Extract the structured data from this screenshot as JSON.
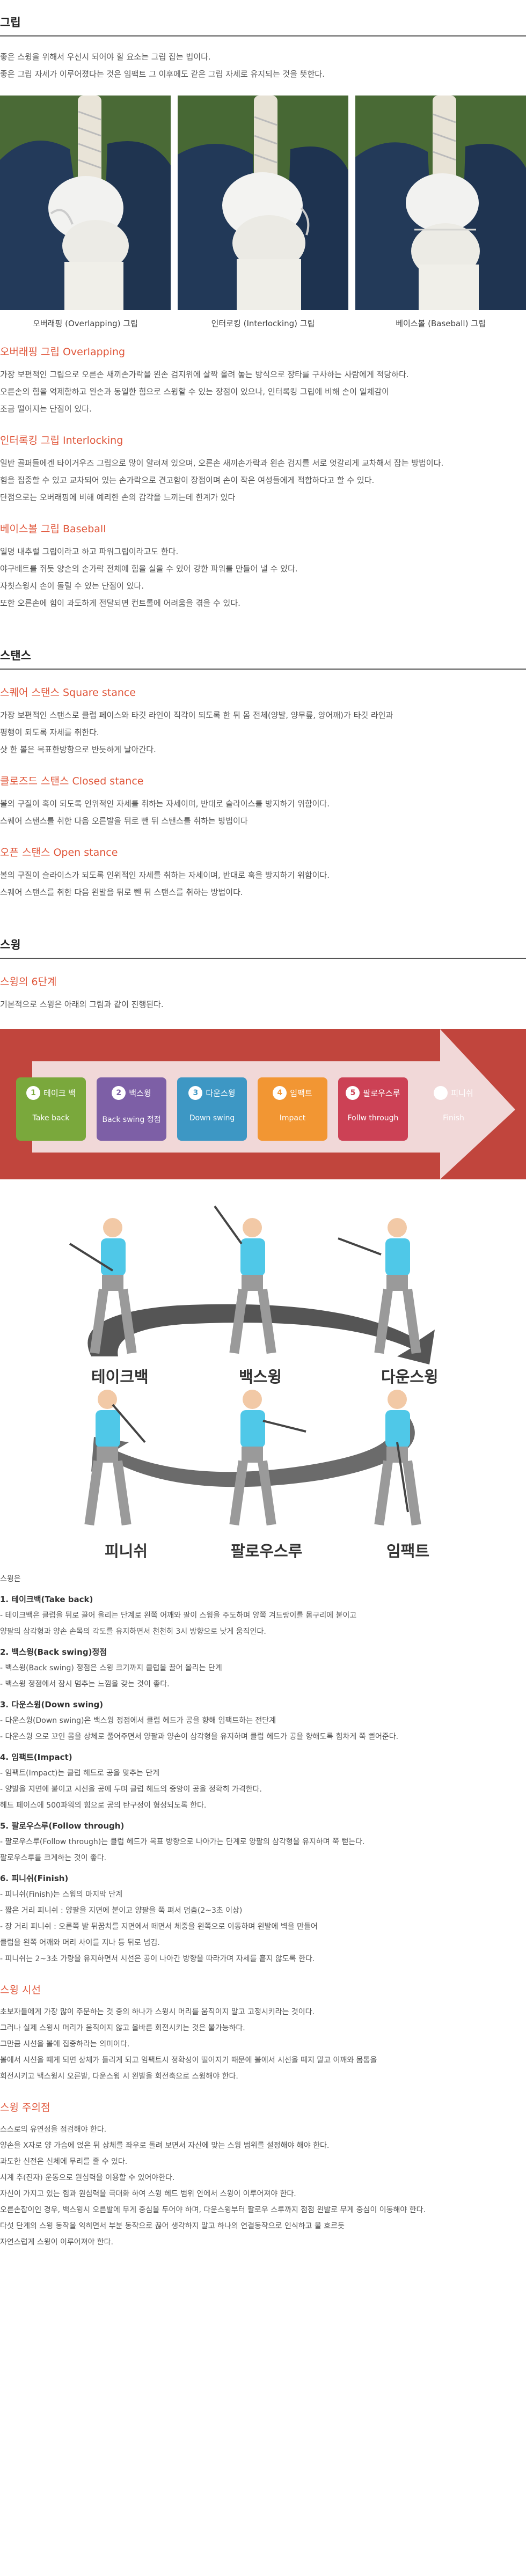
{
  "grip": {
    "title": "그립",
    "intro": [
      "좋은 스윙을 위해서 우선시 되어야 할 요소는 그립 잡는 법이다.",
      "좋은 그립 자세가 이루어졌다는 것은 임팩트 그 이후에도 같은 그립 자세로 유지되는 것을 뜻한다."
    ],
    "photos": [
      {
        "caption": "오버래핑 (Overlapping) 그립"
      },
      {
        "caption": "인터로킹 (Interlocking) 그립"
      },
      {
        "caption": "베이스볼 (Baseball) 그립"
      }
    ],
    "types": [
      {
        "title": "오버래핑 그립 Overlapping",
        "lines": [
          "가장 보편적인 그립으로 오른손 새끼손가락을 왼손 검지위에 살짝 올려 놓는 방식으로 장타를 구사하는 사람에게 적당하다.",
          "오른손의 힘을 억제함하고 왼손과 동일한 힘으로 스윙할 수 있는 장점이 있으나, 인터록킹 그립에 비해 손이 일체감이",
          "조금 떨어지는 단점이 있다."
        ]
      },
      {
        "title": "인터록킹 그립 Interlocking",
        "lines": [
          "일반 골퍼들에겐 타이거우즈 그립으로 많이 알려져 있으며, 오른손 새끼손가락과 왼손 검지를 서로 엇갈리게 교차해서 잡는 방법이다.",
          "힘을 집중할 수 있고 교차되어 있는 손가락으로 견고함이 장점이며 손이 작은 여성들에게 적합하다고 할 수 있다.",
          "단점으로는 오버래핑에 비해 예리한 손의 감각을 느끼는데 한계가 있다"
        ]
      },
      {
        "title": "베이스볼 그립 Baseball",
        "lines": [
          "일명 내추럴 그립이라고 하고 파워그립이라고도 한다.",
          "야구배트를 쥐듯 양손의 손가락 전체에 힘을 실을 수 있어 강한 파워를 만들어 낼 수 있다.",
          "자칫스윙시 손이 돌릴 수 있는 단점이 있다.",
          "또한 오른손에 힘이 과도하게 전달되면 컨트롤에 어려움을 겪을 수 있다."
        ]
      }
    ]
  },
  "stance": {
    "title": "스탠스",
    "types": [
      {
        "title": "스퀘어 스탠스 Square stance",
        "lines": [
          "가장 보편적인 스탠스로 클럽 페이스와 타깃 라인이 직각이 되도록 한 뒤 몸 전체(양발, 양무릎, 양어깨)가 타깃 라인과",
          "평행이 되도록 자세를 취한다.",
          "샷 한 볼은 목표한방향으로 반듯하게 날아간다."
        ]
      },
      {
        "title": "클로즈드 스탠스 Closed stance",
        "lines": [
          "볼의 구질이 혹이 되도록 인위적인 자세를 취하는 자세이며, 반대로 슬라이스를 방지하기 위함이다.",
          "스퀘어 스탠스를 취한 다음 오른발을 뒤로 뺀 뒤 스탠스를 취하는 방법이다"
        ]
      },
      {
        "title": "오픈 스탠스 Open stance",
        "lines": [
          "볼의 구질이 슬라이스가 되도록 인위적인 자세를 취하는 자세이며, 반대로 훅을 방지하기 위함이다.",
          "스퀘어 스탠스를 취한 다음 왼발을 뒤로 뺀 뒤 스탠스를 취하는 방법이다."
        ]
      }
    ]
  },
  "swing": {
    "title": "스윙",
    "six_steps_title": "스윙의 6단계",
    "six_steps_intro": "기본적으로 스윙은 아래의 그림과 같이 진행된다.",
    "steps": [
      {
        "num": "1",
        "kr": "테이크 백",
        "en": "Take back",
        "color": "#c1453d"
      },
      {
        "num": "2",
        "kr": "백스윙",
        "en": "Back swing 정점",
        "color": "#7aa83c"
      },
      {
        "num": "3",
        "kr": "다운스윙",
        "en": "Down swing",
        "color": "#7d5fa6"
      },
      {
        "num": "4",
        "kr": "임팩트",
        "en": "Impact",
        "color": "#3d97c4"
      },
      {
        "num": "5",
        "kr": "팔로우스루",
        "en": "Follw through",
        "color": "#f29633"
      },
      {
        "num": "6",
        "kr": "피니쉬",
        "en": "Finish",
        "color": "#cc4155"
      }
    ],
    "pose_labels": [
      "테이크백",
      "백스윙",
      "다운스윙",
      "피니쉬",
      "팔로우스루",
      "임팩트"
    ],
    "desc_intro": "스윙은",
    "descriptions": [
      {
        "head": "1. 테이크백(Take back)",
        "lines": [
          "- 테이크백은 클럽을 뒤로 끌어 올리는 단계로 왼쪽 어깨와 팔이 스윙을 주도하며 양쪽 겨드랑이를 몸구리에 붙이고",
          "  양팔의 삼각형과 양손 손목의 각도를 유지하면서 천천히 3시 방향으로 낮게 움직인다."
        ]
      },
      {
        "head": "2. 백스윙(Back swing)정점",
        "lines": [
          "- 백스윙(Back swing) 정점은 스윙 크기까지 클럽을 끌어 올리는 단계",
          "- 백스윙 정점에서 잠시 멈추는 느낌을 갖는 것이 좋다."
        ]
      },
      {
        "head": "3. 다운스윙(Down swing)",
        "lines": [
          "- 다운스윙(Down swing)은 백스윙 정점에서 클럽 헤드가 공을 향해 임팩트하는 전단계",
          "- 다운스윙 으로 꼬인 몸을 상체로 풀어주면서 양팔과 양손이 삼각형을 유지하며 클럽 헤드가 공을 향해도록 힘차게 쭉 뻗어준다."
        ]
      },
      {
        "head": "4. 임팩트(Impact)",
        "lines": [
          "- 임팩트(Impact)는 클럽 헤드로 공을 맞추는 단계",
          "- 양발을 지면에 붙이고 시선을 공에 두며 클럽 헤드의 중앙이 공을 정확히 가격한다.",
          "  헤드 페이스에 500파워의 힘으로 공의 탄구정이 형성되도록 한다."
        ]
      },
      {
        "head": "5. 팔로우스루(Follow through)",
        "lines": [
          "- 팔로우스루(Follow through)는 클럽 헤드가 목표 방향으로 나아가는 단계로 양팔의 삼각형을 유지하며 쭉 뻗는다.",
          "  팔로우스루를 크게하는 것이 좋다."
        ]
      },
      {
        "head": "6. 피니쉬(Finish)",
        "lines": [
          "- 피니쉬(Finish)는 스윙의 마지막 단계",
          "- 짧은 거리 피니쉬 : 양팔을 지면에 붙이고 양팔을 쭉 펴서 멈춤(2~3초 이상)",
          "- 장 거리 피니쉬 : 오른쪽 발 뒤꿈치를 지면에서 떼면서 체중을 왼쪽으로 이동하며 왼발에 벽을 만들어",
          "  클럽을 왼쪽 어깨와 머리 사이를 지나 등 뒤로 넘김.",
          "- 피니쉬는 2~3초 가량을 유지하면서 시선은 공이 나아간 방향을 따라가며 자세를 흩지 않도록 한다."
        ]
      }
    ],
    "timing_title": "스윙 시선",
    "timing_lines": [
      "초보자들에게 가장 많이 주문하는 것 중의 하나가 스윙시 머리를 움직이지 말고 고정시키라는 것이다.",
      "그러나 실제 스윙시 머리가 움직이지 않고 올바른 회전시키는 것은 불가능하다.",
      "그만큼 시선을 볼에 집중하라는 의미이다.",
      "볼에서 시선을 떼게 되면 상체가 들리게 되고 임팩트시 정확성이 떨어지기 때문에 볼에서 시선을 떼지 말고 어깨와 몸통을",
      "회전시키고 백스윙시 오른발, 다운스윙 시 왼발을 회전축으로 스윙해야 한다."
    ],
    "caution_title": "스윙 주의점",
    "caution_lines": [
      "스스로의 유연성을 점검해야 한다.",
      "양손을 X자로 양 가슴에 얹은 뒤 상체를 좌우로 돌려 보면서 자신에 맞는 스윙 범위를 설정해야 해야 한다.",
      "과도한 신전은 신체에 무리를 줄 수 있다.",
      "시계 추(진자) 운동으로 원심력을 이용할 수 있어야한다.",
      "자신이 가지고 있는 힘과 원심력을 극대화 하여 스윙 헤드 범위 안에서 스윙이 이루어져야 한다.",
      "오른손잡이인 경우, 백스윙시 오른발에 무게 중심을 두어야 하며, 다운스윙부터 팔로우 스루까지 점점 왼발로 무게 중심이 이동해야 한다.",
      "다섯 단계의 스윙 동작을 익히면서 부분 동작으로 끊어 생각하지 말고 하나의 연결동작으로 인식하고 물 흐르듯",
      "자연스럽게 스윙이 이루어져야 한다."
    ]
  }
}
